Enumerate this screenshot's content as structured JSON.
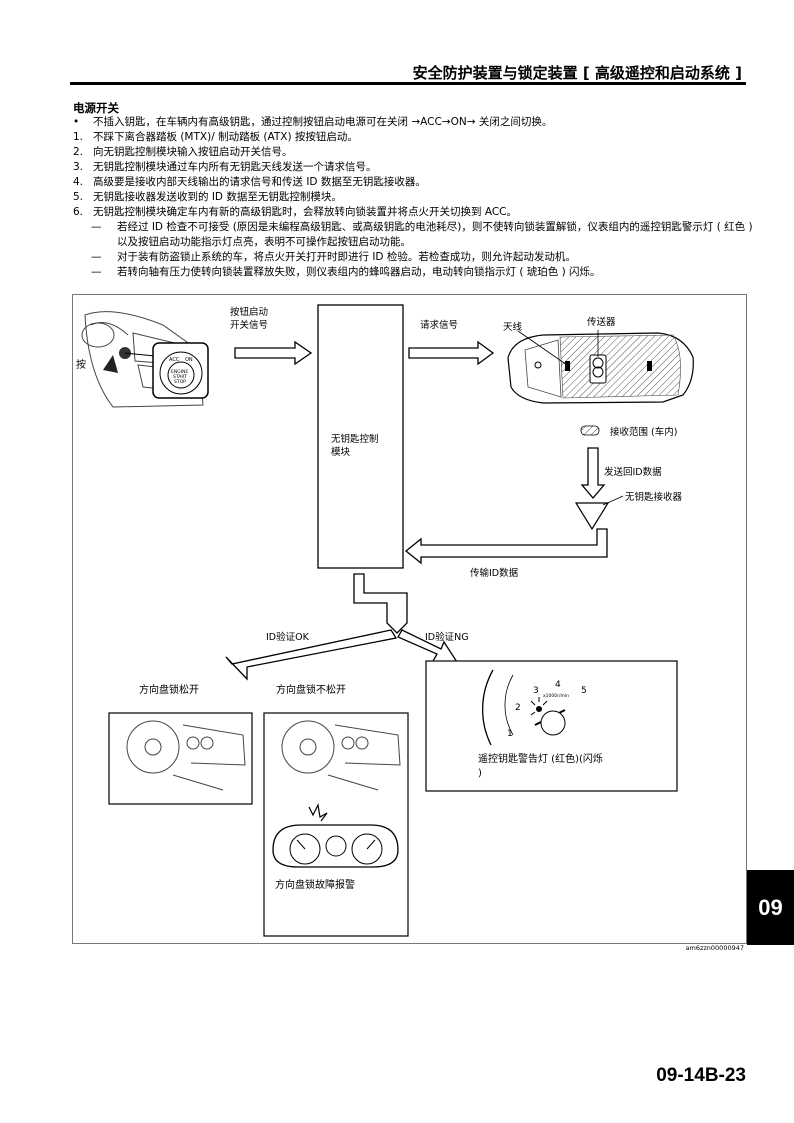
{
  "header": {
    "title": "安全防护装置与锁定装置 [ 高级遥控和启动系统 ]"
  },
  "section": {
    "title": "电源开关",
    "lines": [
      {
        "marker": "•",
        "text": "不插入钥匙，在车辆内有高级钥匙，通过控制按钮启动电源可在关闭 →ACC→ON→ 关闭之间切换。"
      },
      {
        "marker": "1.",
        "text": "不踩下离合器踏板 (MTX)/ 制动踏板 (ATX) 按按钮启动。"
      },
      {
        "marker": "2.",
        "text": "向无钥匙控制模块输入按钮启动开关信号。"
      },
      {
        "marker": "3.",
        "text": "无钥匙控制模块通过车内所有无钥匙天线发送一个请求信号。"
      },
      {
        "marker": "4.",
        "text": "高级要是接收内部天线输出的请求信号和传送 ID 数据至无钥匙接收器。"
      },
      {
        "marker": "5.",
        "text": "无钥匙接收器发送收到的 ID 数据至无钥匙控制模块。"
      },
      {
        "marker": "6.",
        "text": "无钥匙控制模块确定车内有新的高级钥匙时，会释放转向锁装置并将点火开关切换到 ACC。"
      }
    ],
    "sub_lines": [
      {
        "marker": "—",
        "text": "若经过 ID 检查不可接受 (原因是未编程高级钥匙、或高级钥匙的电池耗尽)，则不使转向锁装置解锁，仪表组内的遥控钥匙警示灯 ( 红色 ) 以及按钮启动功能指示灯点亮，表明不可操作起按钮启动功能。"
      },
      {
        "marker": "—",
        "text": "对于装有防盗锁止系统的车，将点火开关打开时即进行 ID 检验。若检查成功，则允许起动发动机。"
      },
      {
        "marker": "—",
        "text": "若转向轴有压力使转向锁装置释放失败，则仪表组内的蜂鸣器启动，电动转向锁指示灯 ( 琥珀色 ) 闪烁。"
      }
    ]
  },
  "diagram": {
    "press_label": "按",
    "button_acc": "ACC",
    "button_on": "ON",
    "button_text": [
      "ENGINE",
      "START",
      "STOP"
    ],
    "start_signal_label": [
      "按钮启动",
      "开关信号"
    ],
    "module_label": [
      "无钥匙控制",
      "模块"
    ],
    "request_signal_label": "请求信号",
    "antenna_label": "天线",
    "transmitter_label": "传送器",
    "reception_range_label": "接收范围 (车内)",
    "send_id_label": "发送回ID数据",
    "receiver_label": "无钥匙接收器",
    "transmit_id_label": "传输ID数据",
    "id_ok_label": "ID验证OK",
    "id_ng_label": "ID验证NG",
    "unlock_label": "方向盘锁松开",
    "not_unlock_label": "方向盘锁不松开",
    "fault_warning_label": "方向盘锁故障报警",
    "key_warning_label": [
      "遥控钥匙警告灯 (红色)(闪烁",
      ")"
    ],
    "gauge_numbers": [
      "1",
      "2",
      "3",
      "4",
      "5"
    ],
    "gauge_unit": "x1000r/min"
  },
  "figure_id": "am6zzn00000947",
  "side_tab": "09",
  "page_number": "09-14B-23"
}
